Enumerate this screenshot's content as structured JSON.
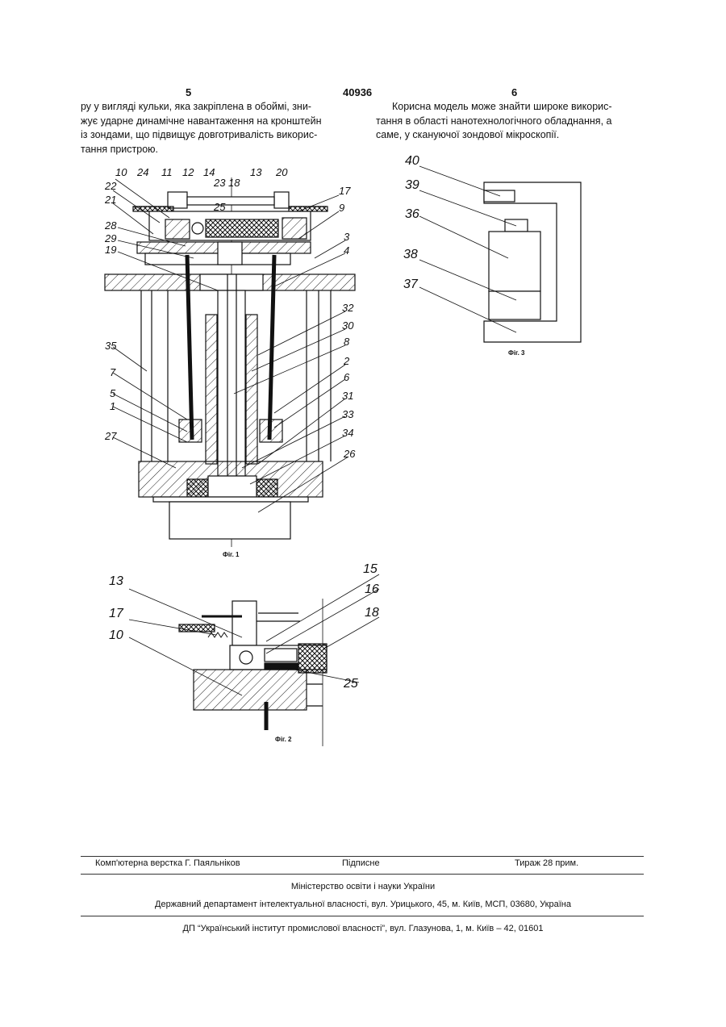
{
  "header": {
    "left_page": "5",
    "patent_number": "40936",
    "right_page": "6"
  },
  "left_column": {
    "lines": [
      "ру у вигляді кульки, яка закріплена в обоймі, зни-",
      "жує ударне динамічне навантаження на кронштейн",
      "із зондами, що підвищує довготривалість викорис-",
      "тання пристрою."
    ]
  },
  "right_column": {
    "lines": [
      "Корисна модель може знайти широке викорис-",
      "тання в області нанотехнологічного обладнання, а",
      "саме, у скануючої зондової мікроскопії."
    ]
  },
  "figures": {
    "fig1": {
      "caption": "Фіг. 1",
      "callouts": [
        "10",
        "24",
        "11",
        "12",
        "14",
        "23",
        "18",
        "13",
        "20",
        "22",
        "21",
        "17",
        "9",
        "25",
        "28",
        "29",
        "19",
        "3",
        "4",
        "32",
        "30",
        "35",
        "8",
        "2",
        "7",
        "6",
        "5",
        "31",
        "1",
        "33",
        "27",
        "34",
        "26"
      ]
    },
    "fig2": {
      "caption": "Фіг. 2",
      "callouts": [
        "13",
        "15",
        "16",
        "17",
        "18",
        "10",
        "25"
      ]
    },
    "fig3": {
      "caption": "Фіг. 3",
      "callouts": [
        "40",
        "39",
        "36",
        "38",
        "37"
      ]
    }
  },
  "footer": {
    "typesetting": "Комп'ютерна верстка Г. Паяльніков",
    "signed": "Підписне",
    "circulation": "Тираж 28 прим.",
    "ministry": "Міністерство освіти і науки України",
    "department": "Державний департамент інтелектуальної власності, вул. Урицького, 45, м. Київ, МСП, 03680, Україна",
    "institute": "ДП “Український інститут промислової власності”, вул. Глазунова, 1, м. Київ – 42, 01601"
  }
}
